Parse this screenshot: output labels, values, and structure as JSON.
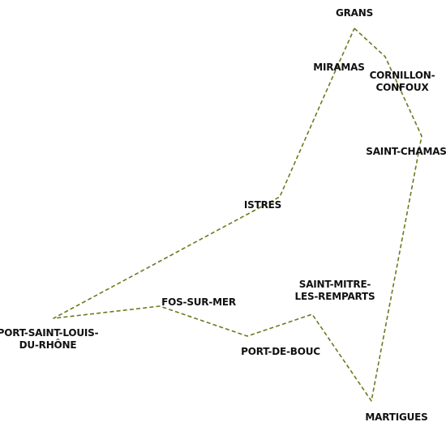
{
  "map": {
    "route_color": "#6b7a1e",
    "towns": [
      {
        "id": "grans",
        "lines": [
          "GRANS"
        ]
      },
      {
        "id": "miramas",
        "lines": [
          "MIRAMAS"
        ]
      },
      {
        "id": "cornillon-confoux",
        "lines": [
          "CORNILLON-",
          "CONFOUX"
        ]
      },
      {
        "id": "saint-chamas",
        "lines": [
          "SAINT-CHAMAS"
        ]
      },
      {
        "id": "istres",
        "lines": [
          "ISTRES"
        ]
      },
      {
        "id": "saint-mitre-les-remparts",
        "lines": [
          "SAINT-MITRE-",
          "LES-REMPARTS"
        ]
      },
      {
        "id": "fos-sur-mer",
        "lines": [
          "FOS-SUR-MER"
        ]
      },
      {
        "id": "port-saint-louis-du-rhone",
        "lines": [
          "PORT-SAINT-LOUIS-",
          "DU-RHÔNE"
        ]
      },
      {
        "id": "port-de-bouc",
        "lines": [
          "PORT-DE-BOUC"
        ]
      },
      {
        "id": "martigues",
        "lines": [
          "MARTIGUES"
        ]
      }
    ]
  }
}
